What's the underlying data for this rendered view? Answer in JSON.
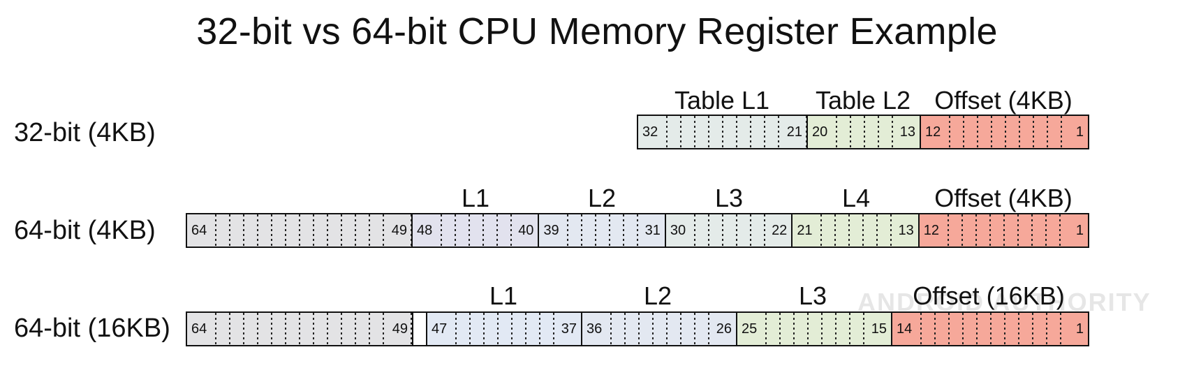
{
  "title": "32-bit vs 64-bit CPU Memory Register Example",
  "watermark": "ANDROID AUTHORITY",
  "rows": [
    {
      "label": "32-bit (4KB)",
      "segments": [
        {
          "label": "Table L1",
          "high": "32",
          "low": "21"
        },
        {
          "label": "Table L2",
          "high": "20",
          "low": "13"
        },
        {
          "label": "Offset (4KB)",
          "high": "12",
          "low": "1"
        }
      ]
    },
    {
      "label": "64-bit (4KB)",
      "segments": [
        {
          "label": "",
          "high": "64",
          "low": "49"
        },
        {
          "label": "L1",
          "high": "48",
          "low": "40"
        },
        {
          "label": "L2",
          "high": "39",
          "low": "31"
        },
        {
          "label": "L3",
          "high": "30",
          "low": "22"
        },
        {
          "label": "L4",
          "high": "21",
          "low": "13"
        },
        {
          "label": "Offset (4KB)",
          "high": "12",
          "low": "1"
        }
      ]
    },
    {
      "label": "64-bit (16KB)",
      "segments": [
        {
          "label": "",
          "high": "64",
          "low": "49"
        },
        {
          "label": "",
          "high": "",
          "low": ""
        },
        {
          "label": "L1",
          "high": "47",
          "low": "37"
        },
        {
          "label": "L2",
          "high": "36",
          "low": "26"
        },
        {
          "label": "L3",
          "high": "25",
          "low": "15"
        },
        {
          "label": "Offset (16KB)",
          "high": "14",
          "low": "1"
        }
      ]
    }
  ]
}
